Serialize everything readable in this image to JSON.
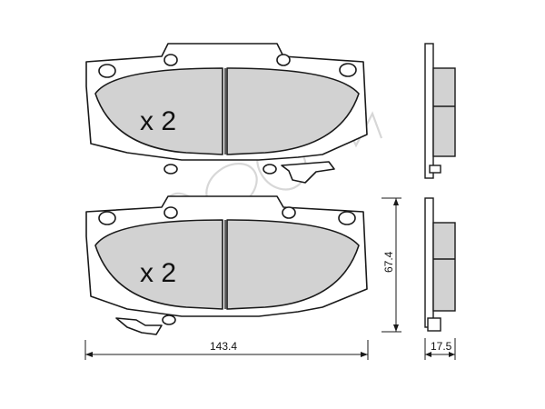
{
  "labels": {
    "top_pad_quantity": "x 2",
    "bottom_pad_quantity": "x 2",
    "width_dimension": "143.4",
    "height_dimension": "67.4",
    "thickness_dimension": "17.5"
  },
  "watermark": {
    "text": "cifam"
  },
  "colors": {
    "friction_material": "#d2d2d2",
    "line": "#1a1a1a",
    "watermark": "#c9c9c9"
  }
}
